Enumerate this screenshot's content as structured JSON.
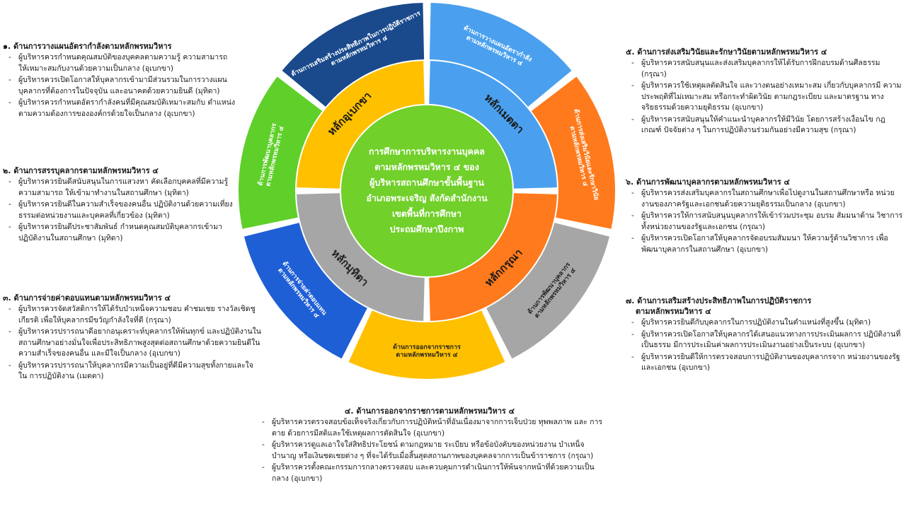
{
  "center": {
    "lines": [
      "การศึกษาการบริหารงานบุคคล",
      "ตามหลักพรหมวิหาร ๔ ของ",
      "ผู้บริหารสถานศึกษาขั้นพื้นฐาน",
      "อำเภอพระเจริญ สังกัดสำนักงาน",
      "เขตพื้นที่การศึกษา",
      "ประถมศึกษาปึงกาพ"
    ]
  },
  "principles": [
    {
      "label": "หลักเมตตา",
      "color": "#4aa0ee"
    },
    {
      "label": "หลักกรุณา",
      "color": "#ff7a1c"
    },
    {
      "label": "หลักมุทิตา",
      "color": "#1f5fd6"
    },
    {
      "label": "หลักอุเบกขา",
      "color": "#ffc000"
    }
  ],
  "outer_segments": [
    {
      "text": "ด้านการวางแผนอัตรากำลังตามหลักพรหมวิหาร ๔",
      "color": "#4aa0ee"
    },
    {
      "text": "ด้านการส่งเสริมวินัยและรักษาวินัยตามหลักพรหมวิหาร ๔",
      "color": "#ff7a1c"
    },
    {
      "text": "ด้านการพัฒนาบุคลากรตามหลักพรหมวิหาร ๔",
      "color": "#a6a6a6"
    },
    {
      "text": "ด้านการออกจากราชการตามหลักพรหมวิหาร ๔",
      "color": "#ffc000"
    },
    {
      "text": "ด้านการจ่ายค่าตอบแทนตามหลักพรหมวิหาร ๔",
      "color": "#1f5fd6"
    },
    {
      "text": "ด้านการพัฒนาบุคลากรตามหลักพรหมวิหาร ๔",
      "color": "#5fcf2a"
    },
    {
      "text": "ด้านการเสริมสร้างประสิทธิภาพในการปฏิบัติราชการตามหลักพรหมวิหาร ๔",
      "color": "#1a4a8c"
    }
  ],
  "panels": {
    "p1": {
      "title": "๑. ด้านการวางแผนอัตรากำลังตามหลักพรหมวิหาร",
      "items": [
        "ผู้บริหารควรกำหนดคุณสมบัติของบุคคลตามความรู้ ความสามารถ ให้เหมาะสมกับงานด้วยความเป็นกลาง (อุเบกขา)",
        "ผู้บริหารควรเปิดโอกาสให้บุคลากรเข้ามามีส่วนรวมในการวางแผน บุคลากรที่ต้องการในปัจจุบัน และอนาคตด้วยความยินดี (มุทิตา)",
        "ผู้บริหารควรกำหนดอัตรากำลังคนที่มีคุณสมบัติเหมาะสมกับ ตำแหน่งตามความต้องการขององค์กรด้วยใจเป็นกลาง (อุเบกขา)"
      ]
    },
    "p2": {
      "title": "๒. ด้านการสรรบุคลากรตามหลักพรหมวิหาร ๔",
      "items": [
        "ผู้บริหารควรยินดีสนับสนุนในการแสวงหา คัดเลือกบุคคลที่มีความรู้ ความสามารถ ให้เข้ามาทำงานในสถานศึกษา (มุทิตา)",
        "ผู้บริหารควรยินดีในความสำเร็จของคนอื่น ปฏิบัติงานด้วยความเที่ยง ธรรมต่อหน่วยงานและบุคคลที่เกี่ยวข้อง (มุทิตา)",
        "ผู้บริหารควรยินดีประชาสัมพันธ์ กำหนดคุณสมบัติบุคลากรเข้ามา ปฏิบัติงานในสถานศึกษา (มุทิตา)"
      ]
    },
    "p3": {
      "title": "๓. ด้านการจ่ายค่าตอบแทนตามหลักพรหมวิหาร ๔",
      "items": [
        "ผู้บริหารควรจัดสวัสดิการให้ได้รับบำเหน็จความชอบ คำชมเชย รางวัลเชิดชู เกียรติ เพื่อให้บุคลากรมีขวัญกำลังใจที่ดี (กรุณา)",
        "ผู้บริหารควรปรารถนาดีอยากอนุเคราะห์บุคลากรให้พ้นทุกข์ และปฏิบัติงานใน สถานศึกษาอย่างมั่นใจเพื่อประสิทธิภาพสูงสุดต่อสถานศึกษาด้วยความยินดีใน ความสำเร็จของคนอื่น และมีใจเป็นกลาง (อุเบกขา)",
        "ผู้บริหารควรปรารถนาให้บุคลากรมีความเป็นอยู่ที่ดีมีความสุขทั้งกายและใจใน การปฏิบัติงาน (เมตตา)"
      ]
    },
    "p4": {
      "title": "๔. ด้านการออกจากราชการตามหลักพรหมวิหาร ๔",
      "items": [
        "ผู้บริหารควรตรวจสอบข้อเท็จจริงเกี่ยวกับการปฏิบัติหน้าที่อันเนื่องมาจากการเจ็บป่วย ทุพพลภาพ และ การตาย ด้วยการมีสติและใช้เหตุผลการตัดสินใจ (อุเบกขา)",
        "ผู้บริหารควรดูแลเอาใจใส่สิทธิประโยชน์ ตามกฎหมาย ระเบียบ หรือข้อบังคับของหน่วยงาน บำเหน็จ บำนาญ หรือเงินชดเชยต่าง ๆ ที่จะได้รับเมื่อสิ้นสุดสถานภาพของบุคคลจากการเป็นข้าราชการ (กรุณา)",
        "ผู้บริหารควรตั้งคณะกรรมการกลางตรวจสอบ และควบคุมการดำเนินการให้พ้นจากหน้าที่ด้วยความเป็น กลาง (อุเบกขา)"
      ]
    },
    "p5": {
      "title": "๕. ด้านการส่งเสริมวินัยและรักษาวินัยตามหลักพรหมวิหาร ๔",
      "items": [
        "ผู้บริหารควรสนับสนุนและส่งเสริมบุคลากรให้ได้รับการฝึกอบรมด้านศีลธรรม (กรุณา)",
        "ผู้บริหารควรใช้เหตุผลตัดสินใจ และวางตนอย่างเหมาะสม เกี่ยวกับบุคลากรมี ความประพฤติที่ไม่เหมาะสม หรือกระทำผิดวินัย ตามกฎระเบียบ และมาตรฐาน ทางจริยธรรมด้วยความยุติธรรม (อุเบกขา)",
        "ผู้บริหารควรสนับสนุนให้คำแนะนำบุคลากรให้มีวินัย โดยการสร้างเงื่อนไข กฎเกณฑ์ ปัจจัยต่าง ๆ ในการปฏิบัติงานร่วมกันอย่างมีความสุข (กรุณา)"
      ]
    },
    "p6": {
      "title": "๖. ด้านการพัฒนาบุคลากรตามหลักพรหมวิหาร ๔",
      "items": [
        "ผู้บริหารควรส่งเสริมบุคลากรในสถานศึกษาเพื่อไปดูงานในสถานศึกษาหรือ หน่วยงานของภาครัฐและเอกชนด้วยความยุติธรรมเป็นกลาง (อุเบกขา)",
        "ผู้บริหารควรให้การสนับสนุนบุคลากรให้เข้าร่วมประชุม อบรม สัมมนาด้าน วิชาการทั้งหน่วยงานของรัฐและเอกชน (กรุณา)",
        "ผู้บริหารควรเปิดโอกาสให้บุคลากรจัดอบรมสัมมนา ให้ความรู้ด้านวิชาการ เพื่อพัฒนาบุคลากรในสถานศึกษา (อุเบกขา)"
      ]
    },
    "p7": {
      "title": "๗. ด้านการเสริมสร้างประสิทธิภาพในการปฏิบัติราชการ",
      "title2": "ตามหลักพรหมวิหาร ๔",
      "items": [
        "ผู้บริหารควรยินดีกับบุคลากรในการปฏิบัติงานในตำแหน่งที่สูงขึ้น (มุทิตา)",
        "ผู้บริหารควรเปิดโอกาสให้บุคลากรได้เสนอแนวทางการประเมินผลการ ปฏิบัติงานที่เป็นธรรม มีการประเมินค่าผลการประเมินงานอย่างเป็นระบบ (อุเบกขา)",
        "ผู้บริหารควรยินดีให้การตรวจสอบการปฏิบัติงานของบุคลากรจาก หน่วยงานของรัฐและเอกชน (อุเบกขา)"
      ]
    }
  }
}
